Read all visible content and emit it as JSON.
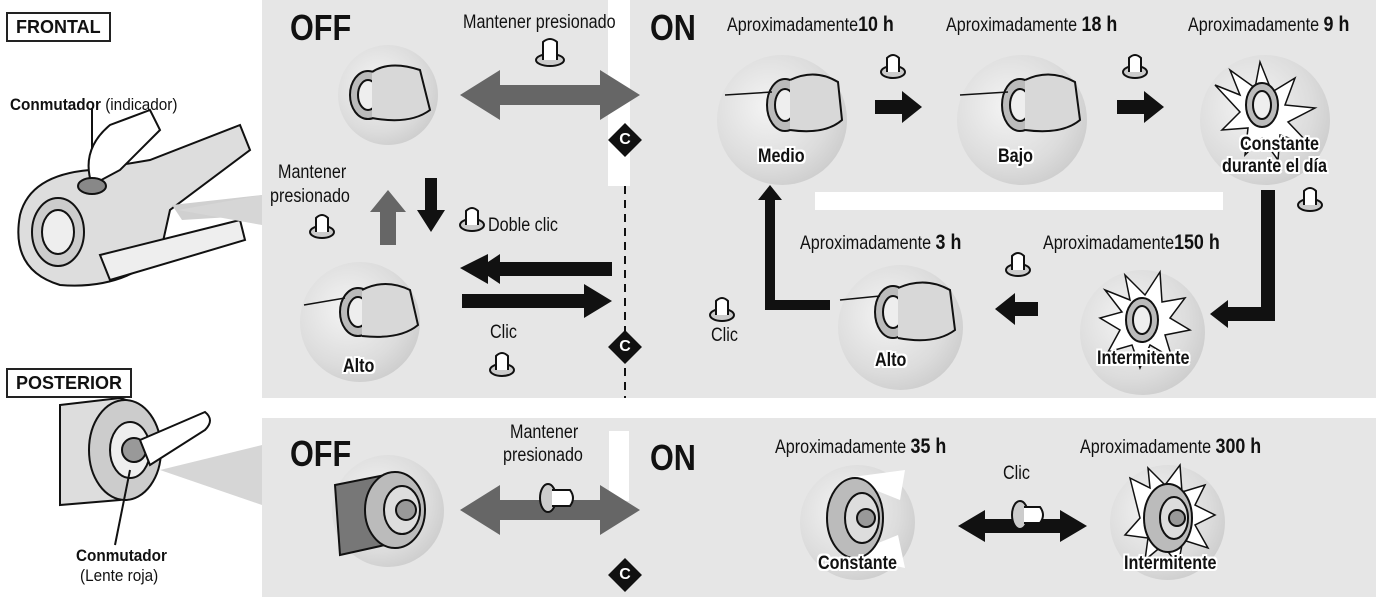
{
  "front": {
    "box_label": "FRONTAL",
    "switch_label_bold": "Conmutador",
    "switch_label_rest": " (indicador)",
    "off": "OFF",
    "on": "ON",
    "hold_top": "Mantener presionado",
    "hold_left_1": "Mantener",
    "hold_left_2": "presionado",
    "double_click": "Doble clic",
    "click_left": "Clic",
    "click_right": "Clic",
    "approx": "Aproximadamente",
    "modes": {
      "medio": {
        "label": "Medio",
        "hours": "10 h"
      },
      "bajo": {
        "label": "Bajo",
        "hours": "18 h"
      },
      "day": {
        "label_1": "Constante",
        "label_2": "durante el día",
        "hours": "9 h"
      },
      "flash": {
        "label": "Intermitente",
        "hours": "150 h"
      },
      "alto_on": {
        "label": "Alto",
        "hours": "3 h"
      },
      "alto_off": {
        "label": "Alto"
      }
    },
    "c_marker": "C"
  },
  "rear": {
    "box_label": "POSTERIOR",
    "switch_label_bold": "Conmutador",
    "switch_label_rest": "(Lente roja)",
    "off": "OFF",
    "on": "ON",
    "hold_1": "Mantener",
    "hold_2": "presionado",
    "click": "Clic",
    "approx": "Aproximadamente",
    "modes": {
      "constant": {
        "label": "Constante",
        "hours": "35 h"
      },
      "flash": {
        "label": "Intermitente",
        "hours": "300 h"
      }
    },
    "c_marker": "C"
  }
}
